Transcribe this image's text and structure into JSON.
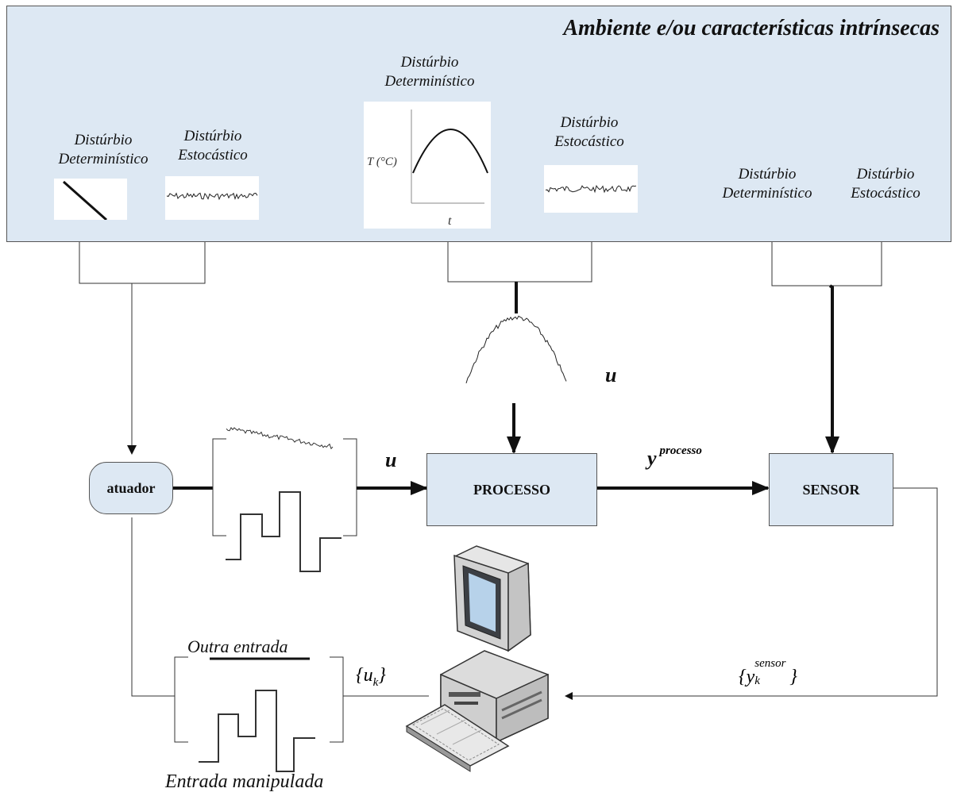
{
  "environment": {
    "title": "Ambiente e/ou características intrínsecas"
  },
  "disturbances": {
    "actuator": {
      "deterministic": [
        "Distúrbio",
        "Determinístico"
      ],
      "stochastic": [
        "Distúrbio",
        "Estocástico"
      ]
    },
    "process": {
      "deterministic": [
        "Distúrbio",
        "Determinístico"
      ],
      "stochastic": [
        "Distúrbio",
        "Estocástico"
      ],
      "temperature_plot": {
        "ylabel": "T (°C)",
        "xlabel": "t"
      }
    },
    "sensor": {
      "deterministic": [
        "Distúrbio",
        "Determinístico"
      ],
      "stochastic": [
        "Distúrbio",
        "Estocástico"
      ]
    }
  },
  "blocks": {
    "actuator": "atuador",
    "process": "PROCESSO",
    "sensor": "SENSOR"
  },
  "signals": {
    "u_top": "u",
    "u_mid": "u",
    "y_process_base": "y",
    "y_process_sup": "processo",
    "uk_open": "{u",
    "uk_sub": "k",
    "uk_close": "}",
    "yk_open": "{y",
    "yk_sub": "k",
    "yk_sup": "sensor",
    "yk_close": "}"
  },
  "inputs": {
    "other": "Outra entrada",
    "manipulated": "Entrada manipulada"
  },
  "colors": {
    "block_fill": "#dde8f3",
    "stroke": "#111111",
    "thin_line": "#333333"
  }
}
